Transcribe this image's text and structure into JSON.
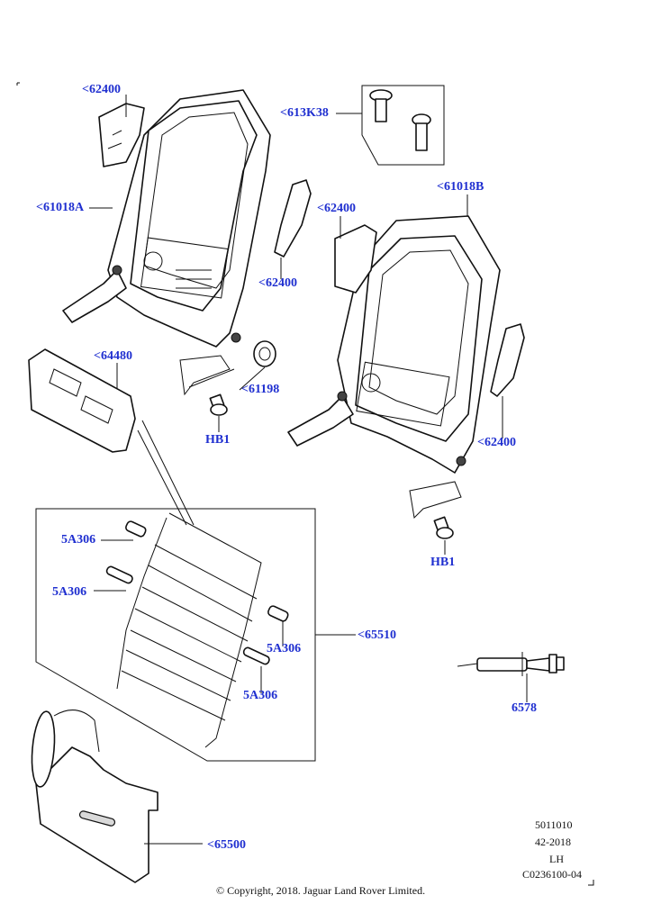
{
  "callouts": {
    "c62400_top": "<62400",
    "c613K38": "<613K38",
    "c61018A": "<61018A",
    "c61018B": "<61018B",
    "c62400_mid_left": "<62400",
    "c62400_mid_right": "<62400",
    "c62400_right": "<62400",
    "c64480": "<64480",
    "c61198": "<61198",
    "hb1_left": "HB1",
    "hb1_right": "HB1",
    "c5A306_a": "5A306",
    "c5A306_b": "5A306",
    "c5A306_c": "5A306",
    "c5A306_d": "5A306",
    "c65510": "<65510",
    "c6578": "6578",
    "c65500": "<65500"
  },
  "meta": {
    "line1": "5011010",
    "line2": "42-2018",
    "line3": "LH",
    "line4": "C0236100-04"
  },
  "copyright": "© Copyright, 2018. Jaguar Land Rover Limited.",
  "colors": {
    "callout": "#1f2fd0",
    "line": "#111111"
  }
}
